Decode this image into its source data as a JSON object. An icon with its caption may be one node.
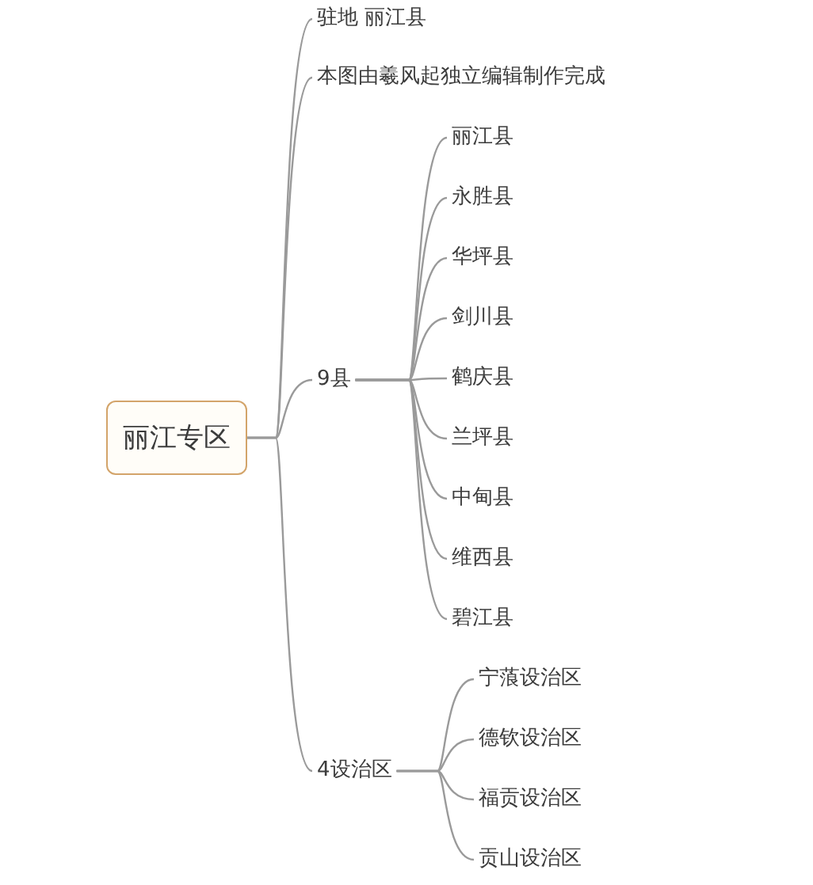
{
  "diagram": {
    "nodes": [
      {
        "text": [
          "丽江专区"
        ]
      },
      {
        "text": [
          "驻地 丽江县"
        ]
      },
      {
        "text": [
          "本图由羲风起独立编辑制作完成"
        ]
      },
      {
        "text": [
          "9县"
        ]
      },
      {
        "text": [
          "丽江县"
        ]
      },
      {
        "text": [
          "永胜县"
        ]
      },
      {
        "text": [
          "华坪县"
        ]
      },
      {
        "text": [
          "剑川县"
        ]
      },
      {
        "text": [
          "鹤庆县"
        ]
      },
      {
        "text": [
          "兰坪县"
        ]
      },
      {
        "text": [
          "中甸县"
        ]
      },
      {
        "text": [
          "维西县"
        ]
      },
      {
        "text": [
          "碧江县"
        ]
      },
      {
        "text": [
          "4设治区"
        ]
      },
      {
        "text": [
          "宁蒗设治区"
        ]
      },
      {
        "text": [
          "德钦设治区"
        ]
      },
      {
        "text": [
          "福贡设治区"
        ]
      },
      {
        "text": [
          "贡山设治区"
        ]
      }
    ],
    "edges": [
      {
        "from": 0,
        "to": 1,
        "arrow": "none"
      },
      {
        "from": 0,
        "to": 2,
        "arrow": "none"
      },
      {
        "from": 0,
        "to": 3,
        "arrow": "none"
      },
      {
        "from": 0,
        "to": 13,
        "arrow": "none"
      },
      {
        "from": 3,
        "to": 4,
        "arrow": "none"
      },
      {
        "from": 3,
        "to": 5,
        "arrow": "none"
      },
      {
        "from": 3,
        "to": 6,
        "arrow": "none"
      },
      {
        "from": 3,
        "to": 7,
        "arrow": "none"
      },
      {
        "from": 3,
        "to": 8,
        "arrow": "none"
      },
      {
        "from": 3,
        "to": 9,
        "arrow": "none"
      },
      {
        "from": 3,
        "to": 10,
        "arrow": "none"
      },
      {
        "from": 3,
        "to": 11,
        "arrow": "none"
      },
      {
        "from": 3,
        "to": 12,
        "arrow": "none"
      },
      {
        "from": 13,
        "to": 14,
        "arrow": "none"
      },
      {
        "from": 13,
        "to": 15,
        "arrow": "none"
      },
      {
        "from": 13,
        "to": 16,
        "arrow": "none"
      },
      {
        "from": 13,
        "to": 17,
        "arrow": "none"
      }
    ]
  }
}
